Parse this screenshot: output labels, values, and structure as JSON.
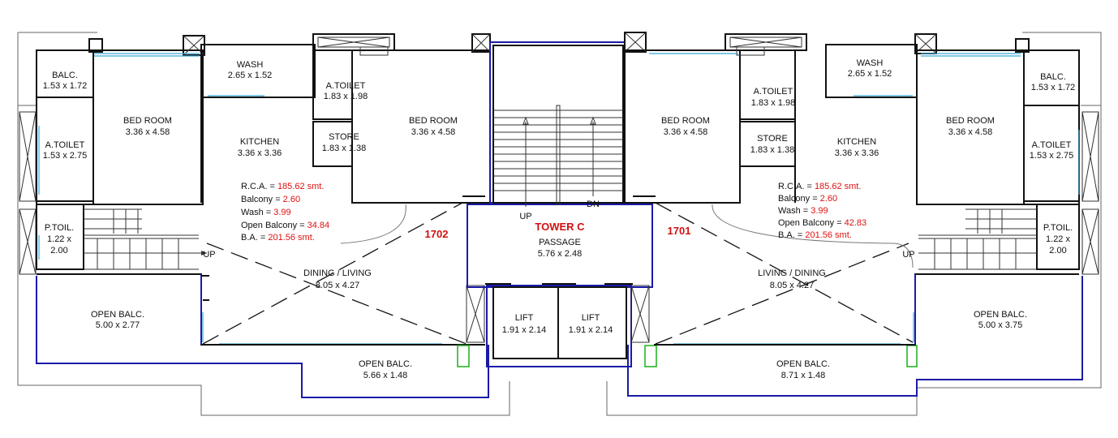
{
  "tower": {
    "title": "TOWER C"
  },
  "passage": {
    "name": "PASSAGE",
    "dim": "5.76 x 2.48"
  },
  "stairs": {
    "up": "UP",
    "dn": "DN"
  },
  "lifts": [
    {
      "name": "LIFT",
      "dim": "1.91 x 2.14"
    },
    {
      "name": "LIFT",
      "dim": "1.91 x 2.14"
    }
  ],
  "units": {
    "left": {
      "number": "1702",
      "stair_up": "UP",
      "rooms": {
        "balc": {
          "name": "BALC.",
          "dim": "1.53 x 1.72"
        },
        "bed1": {
          "name": "BED ROOM",
          "dim": "3.36 x 4.58"
        },
        "wash": {
          "name": "WASH",
          "dim": "2.65 x 1.52"
        },
        "atoilet1": {
          "name": "A.TOILET",
          "dim": "1.53 x 2.75"
        },
        "kitchen": {
          "name": "KITCHEN",
          "dim": "3.36 x 3.36"
        },
        "atoilet2": {
          "name": "A.TOILET",
          "dim": "1.83 x 1.98"
        },
        "store": {
          "name": "STORE",
          "dim": "1.83 x 1.38"
        },
        "bed2": {
          "name": "BED ROOM",
          "dim": "3.36 x 4.58"
        },
        "ptoil": {
          "name": "P.TOIL.",
          "dim1": "1.22 x",
          "dim2": "2.00"
        },
        "dining": {
          "name": "DINING / LIVING",
          "dim": "8.05 x 4.27"
        },
        "openbalc1": {
          "name": "OPEN BALC.",
          "dim": "5.00 x 2.77"
        },
        "openbalc2": {
          "name": "OPEN BALC.",
          "dim": "5.66 x 1.48"
        }
      },
      "areas": {
        "rca_label": "R.C.A.    = ",
        "rca_value": "185.62 smt.",
        "balcony_label": "Balcony = ",
        "balcony_value": "2.60",
        "wash_label": "Wash     = ",
        "wash_value": "3.99",
        "open_label": "Open Balcony = ",
        "open_value": "34.84",
        "ba_label": "B.A.       = ",
        "ba_value": "201.56 smt."
      }
    },
    "right": {
      "number": "1701",
      "stair_up": "UP",
      "rooms": {
        "bed1": {
          "name": "BED ROOM",
          "dim": "3.36 x 4.58"
        },
        "atoilet2": {
          "name": "A.TOILET",
          "dim": "1.83 x 1.98"
        },
        "store": {
          "name": "STORE",
          "dim": "1.83 x 1.38"
        },
        "wash": {
          "name": "WASH",
          "dim": "2.65 x 1.52"
        },
        "kitchen": {
          "name": "KITCHEN",
          "dim": "3.36 x 3.36"
        },
        "bed2": {
          "name": "BED ROOM",
          "dim": "3.36 x 4.58"
        },
        "balc": {
          "name": "BALC.",
          "dim": "1.53 x 1.72"
        },
        "atoilet1": {
          "name": "A.TOILET",
          "dim": "1.53 x 2.75"
        },
        "ptoil": {
          "name": "P.TOIL.",
          "dim1": "1.22 x",
          "dim2": "2.00"
        },
        "living": {
          "name": "LIVING / DINING",
          "dim": "8.05 x 4.27"
        },
        "openbalc1": {
          "name": "OPEN BALC.",
          "dim": "5.00 x 3.75"
        },
        "openbalc2": {
          "name": "OPEN BALC.",
          "dim": "8.71 x 1.48"
        }
      },
      "areas": {
        "rca_label": "R.C.A.    = ",
        "rca_value": "185.62 smt.",
        "balcony_label": "Balcony = ",
        "balcony_value": "2.60",
        "wash_label": "Wash     = ",
        "wash_value": "3.99",
        "open_label": "Open Balcony = ",
        "open_value": "42.83",
        "ba_label": "B.A.       = ",
        "ba_value": "201.56 smt."
      }
    }
  },
  "colors": {
    "walls": "#111111",
    "outline": "#1a1aa8",
    "glazing": "#37a7d8",
    "highlight": "#e01010",
    "shaft": "#18b01a"
  }
}
